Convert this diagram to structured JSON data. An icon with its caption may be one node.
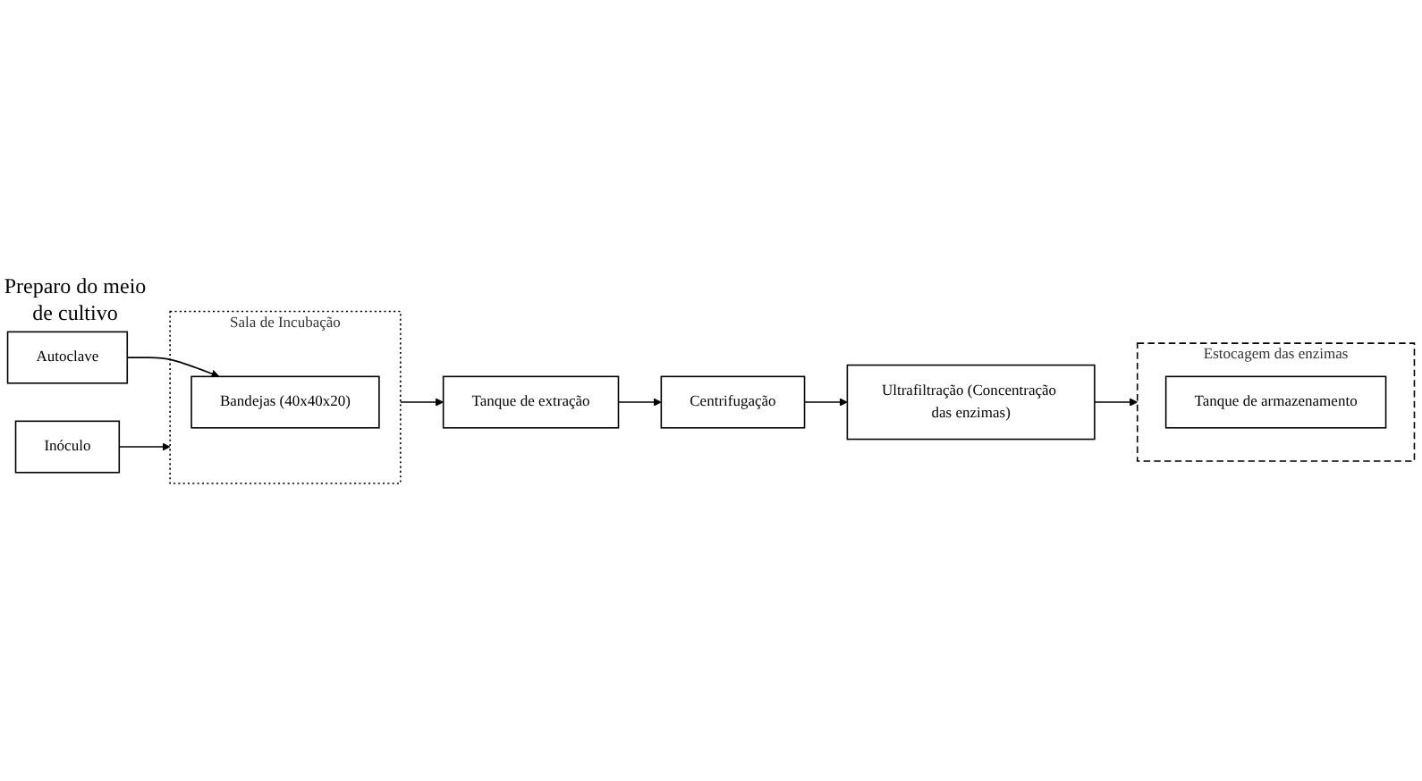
{
  "diagram": {
    "nodes": [
      {
        "text": [
          "Inóculo"
        ]
      },
      {
        "text": [
          "Sala de Incubação"
        ]
      },
      {
        "text": [
          "Bandejas (40x40x20)"
        ],
        "in": 1
      },
      {
        "text": [
          "Autoclave"
        ],
        "beside": [
          "Preparo do meio de cultivo"
        ]
      },
      {
        "text": [
          "Tanque de extração"
        ]
      },
      {
        "text": [
          "Centrifugação"
        ]
      },
      {
        "text": [
          "Ultrafiltração (Concentração das enzimas)"
        ]
      },
      {
        "text": [
          "Estocagem das enzimas"
        ]
      },
      {
        "text": [
          "Tanque de armazenamento"
        ],
        "in": 7
      }
    ],
    "edges": [
      {
        "from": 0,
        "to": 1,
        "arrow": "to"
      },
      {
        "from": 3,
        "to": 2,
        "arrow": "to"
      },
      {
        "from": 1,
        "to": 4,
        "arrow": "to"
      },
      {
        "from": 4,
        "to": 5,
        "arrow": "to"
      },
      {
        "from": 5,
        "to": 6,
        "arrow": "to"
      },
      {
        "from": 6,
        "to": 7,
        "arrow": "to"
      }
    ]
  }
}
